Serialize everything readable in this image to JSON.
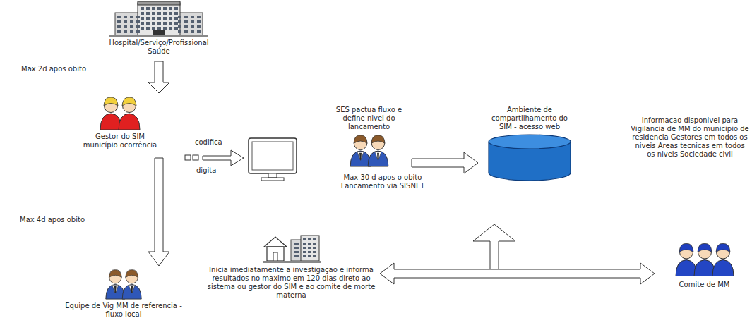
{
  "diagram": {
    "nodes": [
      {
        "text": [
          "Hospital/Serviço/Profissional Saúde"
        ]
      },
      {
        "text": [
          "Gestor do SIM município ocorrência"
        ]
      },
      {
        "text": [
          "SES pactua fluxo e define nivel do lancamento"
        ]
      },
      {
        "text": [
          "Ambiente de compartilhamento do SIM - acesso web"
        ]
      },
      {
        "text": [
          "Equipe de Vig MM de referencia - fluxo local"
        ]
      },
      {
        "text": [
          "Inicia imediatamente a investigaçao e informa resultados no maximo em 120 dias direto ao sistema ou gestor do SIM e ao comite de morte materna"
        ]
      },
      {
        "text": [
          "Comite de MM"
        ]
      }
    ],
    "edges": [
      {
        "from": 0,
        "to": 1,
        "arrow": "to",
        "label": "Max 2d apos obito"
      },
      {
        "from": 1,
        "to": 4,
        "arrow": "to",
        "label": "Max 4d apos obito"
      },
      {
        "from": 2,
        "to": 3,
        "arrow": "to",
        "label": "Max 30 d apos o obito Lancamento via SISNET"
      },
      {
        "from": 5,
        "to": 6,
        "arrow": "both"
      }
    ],
    "labels": [
      "codifica",
      "digita",
      "Informacao disponivel para Vigilancia de MM do municipio de residencia Gestores em todos os niveis Areas tecnicas em todos os niveis Sociedade civil"
    ]
  }
}
